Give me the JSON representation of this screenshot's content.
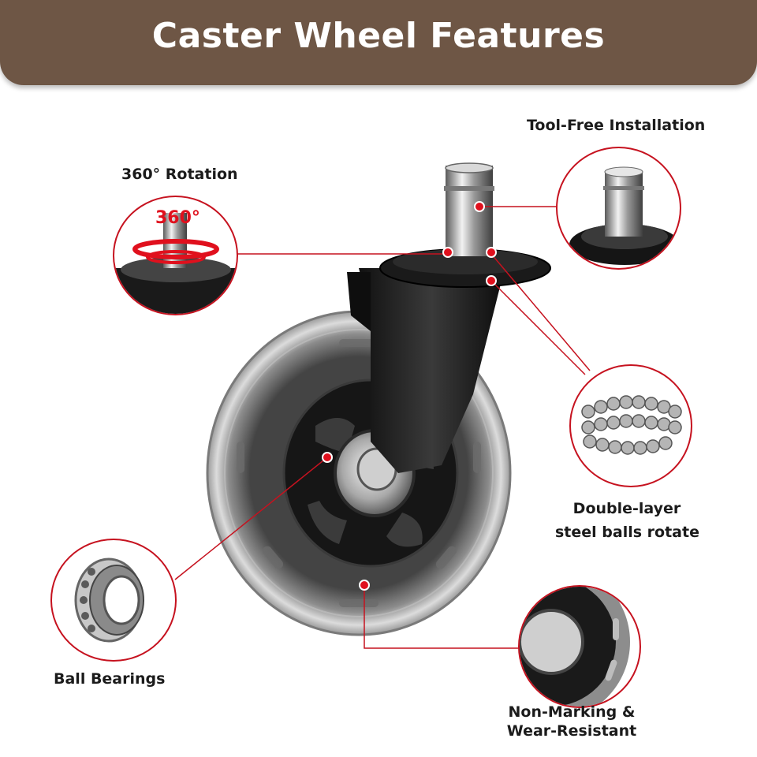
{
  "header": {
    "title": "Caster Wheel Features"
  },
  "features": {
    "tool_free": "Tool-Free Installation",
    "rotation": "360° Rotation",
    "rotation_badge": "360°",
    "steel_balls_line1": "Double-layer",
    "steel_balls_line2": "steel balls rotate",
    "ball_bearings": "Ball Bearings",
    "non_marking_line1": "Non-Marking &",
    "non_marking_line2": "Wear-Resistant"
  },
  "colors": {
    "banner": "#6e5645",
    "accent": "#c6121f",
    "text": "#1b1b1b"
  },
  "icons": [
    "caster-wheel",
    "stem",
    "steel-balls",
    "ball-bearing",
    "wheel-tread"
  ]
}
